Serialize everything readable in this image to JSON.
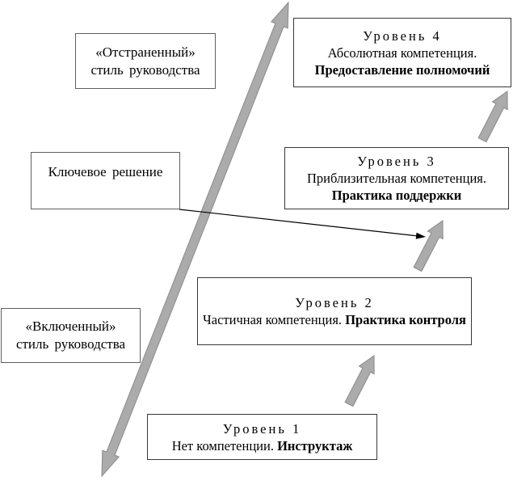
{
  "diagram": {
    "style_boxes": {
      "detached": {
        "line1": "«Отстраненный»",
        "line2": "стиль руководства"
      },
      "key_decision": {
        "label": "Ключевое решение"
      },
      "involved": {
        "line1": "«Включенный»",
        "line2": "стиль руководства"
      }
    },
    "levels": [
      {
        "title": "Уровень 4",
        "desc": "Абсолютная компетенция.",
        "emphasis": "Предоставление полномочий"
      },
      {
        "title": "Уровень 3",
        "desc": "Приблизительная компетенция.",
        "emphasis": "Практика поддержки"
      },
      {
        "title": "Уровень 2",
        "desc": "Частичная компетенция.",
        "emphasis": "Практика контроля"
      },
      {
        "title": "Уровень 1",
        "desc": "Нет компетенции.",
        "emphasis": "Инструктаж"
      }
    ],
    "icons": {
      "growth_axis": "double-headed-diagonal-arrow",
      "step_up": "up-right-block-arrow",
      "key_decision_pointer": "thin-black-arrow"
    },
    "colors": {
      "arrow_fill": "#ababab",
      "arrow_outline": "#8a8a8a",
      "box_border": "#383838",
      "background": "#ffffff",
      "text": "#000000"
    }
  }
}
